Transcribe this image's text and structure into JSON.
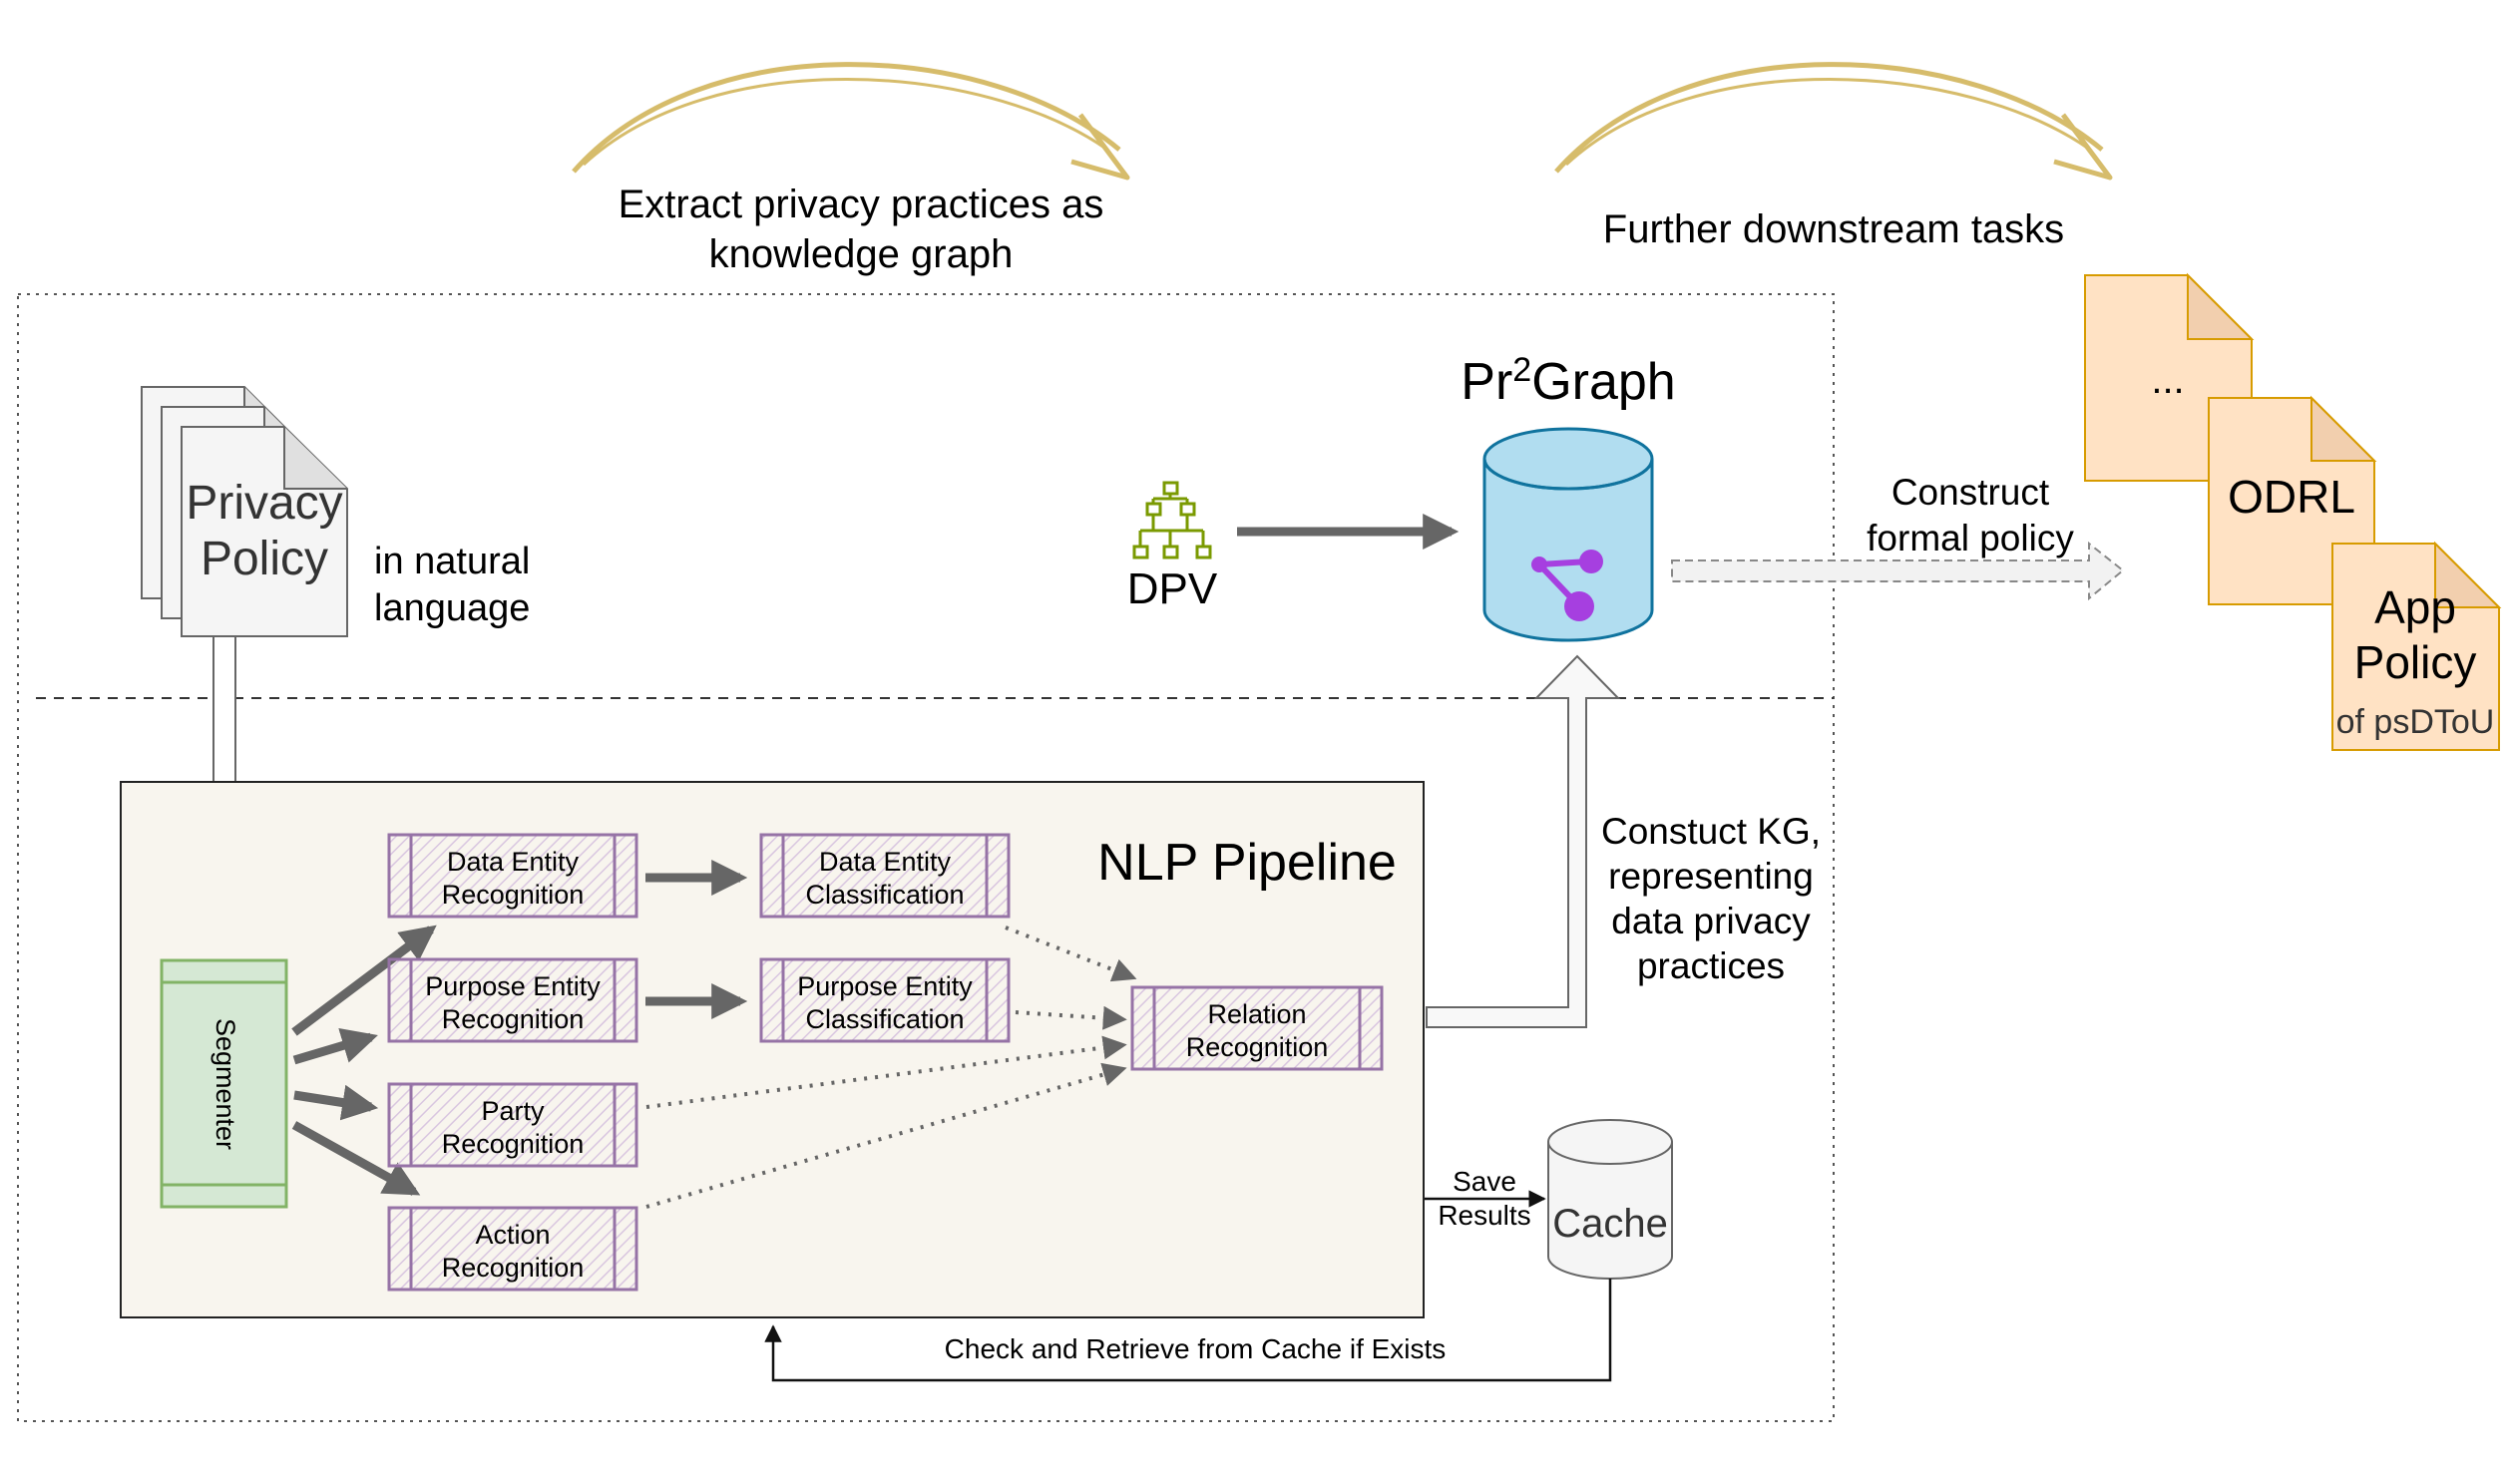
{
  "header": {
    "extract_line1": "Extract privacy practices as",
    "extract_line2": "knowledge graph",
    "downstream": "Further downstream tasks"
  },
  "privacy_policy": {
    "line1": "Privacy",
    "line2": "Policy",
    "note_line1": "in natural",
    "note_line2": "language"
  },
  "dpv": {
    "label": "DPV"
  },
  "graph": {
    "prefix": "Pr",
    "superscript": "2",
    "suffix": "Graph"
  },
  "construct_policy": {
    "line1": "Construct",
    "line2": "formal policy"
  },
  "outputs": {
    "ellipsis": "...",
    "odrl": "ODRL",
    "app_line1": "App",
    "app_line2": "Policy",
    "app_sub": "of psDToU"
  },
  "pipeline": {
    "title": "NLP Pipeline",
    "segmenter": "Segmenter",
    "nodes": {
      "data_entity_recognition": [
        "Data Entity",
        "Recognition"
      ],
      "data_entity_classification": [
        "Data Entity",
        "Classification"
      ],
      "purpose_entity_recognition": [
        "Purpose Entity",
        "Recognition"
      ],
      "purpose_entity_classification": [
        "Purpose Entity",
        "Classification"
      ],
      "party_recognition": [
        "Party",
        "Recognition"
      ],
      "action_recognition": [
        "Action",
        "Recognition"
      ],
      "relation_recognition": [
        "Relation",
        "Recognition"
      ]
    }
  },
  "construct_kg": {
    "line1": "Constuct KG,",
    "line2": "representing",
    "line3": "data privacy",
    "line4": "practices"
  },
  "cache": {
    "label": "Cache",
    "save_line1": "Save",
    "save_line2": "Results",
    "retrieve": "Check and Retrieve from Cache if Exists"
  },
  "colors": {
    "gold_arrow": "#D6BC6B",
    "doc_orange_fill": "#FFE2C4",
    "doc_orange_stroke": "#D79B00",
    "pipeline_bg": "#F8F5EE",
    "segmenter_fill": "#D5E8D4",
    "segmenter_stroke": "#82B366",
    "node_stroke": "#9673A6",
    "db_fill": "#B1DDF0",
    "db_stroke": "#10739E",
    "graph_purple": "#A63FE0",
    "dpv_green": "#7A9A01",
    "arrow_gray": "#666666"
  },
  "icons": [
    "document-stack-icon",
    "hierarchy-icon",
    "database-icon",
    "graph-icon",
    "cache-icon",
    "curved-arrow-icon"
  ]
}
